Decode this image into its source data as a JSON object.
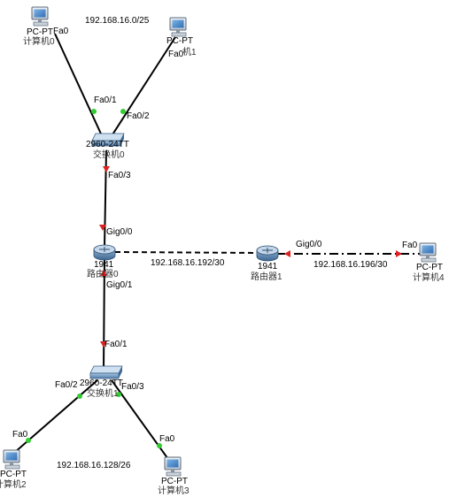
{
  "networks": {
    "lan0": "192.168.16.0/25",
    "wan": "192.168.16.192/30",
    "pc4_net": "192.168.16.196/30",
    "lan1": "192.168.16.128/26"
  },
  "devices": {
    "pc0": {
      "model": "PC-PT",
      "name": "计算机0",
      "port": "Fa0"
    },
    "pc1": {
      "model": "PC-PT",
      "name": "机1",
      "port": "Fa0"
    },
    "switch0": {
      "model": "2960-24TT",
      "name": "交换机0",
      "port_up1": "Fa0/1",
      "port_up2": "Fa0/2",
      "port_down": "Fa0/3"
    },
    "router0": {
      "model": "1941",
      "name": "路由器0",
      "port_up": "Gig0/0",
      "port_down": "Gig0/1"
    },
    "router1": {
      "model": "1941",
      "name": "路由器1",
      "port": "Gig0/0"
    },
    "pc4": {
      "model": "PC-PT",
      "name": "计算机4",
      "port": "Fa0"
    },
    "switch1": {
      "model": "2960-24TT",
      "name": "交换机1",
      "port_up": "Fa0/1",
      "port_left": "Fa0/2",
      "port_right": "Fa0/3"
    },
    "pc2": {
      "model": "PC-PT",
      "name": "计算机2",
      "port": "Fa0"
    },
    "pc3": {
      "model": "PC-PT",
      "name": "计算机3",
      "port": "Fa0"
    }
  },
  "colors": {
    "link": "#000000",
    "link_up": "#33cc33",
    "link_down": "#dd2222"
  }
}
